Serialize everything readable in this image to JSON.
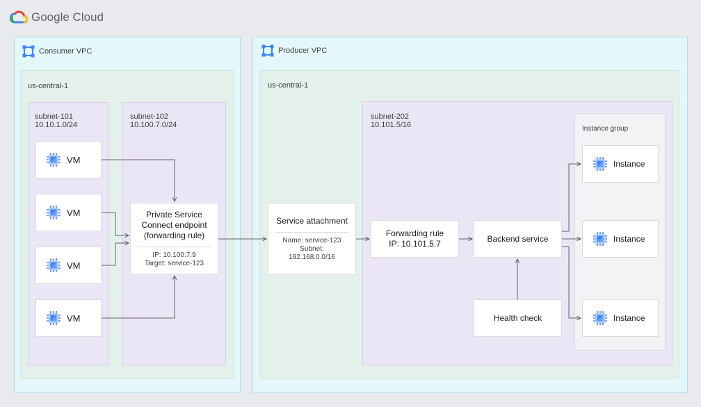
{
  "brand": {
    "name": "Google Cloud"
  },
  "consumer": {
    "vpc_label": "Consumer VPC",
    "region_label": "us-central-1",
    "subnet_101": {
      "name": "subnet-101",
      "cidr": "10.10.1.0/24"
    },
    "subnet_102": {
      "name": "subnet-102",
      "cidr": "10.100.7.0/24"
    },
    "vms": [
      "VM",
      "VM",
      "VM",
      "VM"
    ],
    "endpoint": {
      "title_lines": [
        "Private Service",
        "Connect endpoint",
        "(forwarding rule)"
      ],
      "ip": "IP: 10.100.7.9",
      "target": "Target: service-123"
    }
  },
  "producer": {
    "vpc_label": "Producer VPC",
    "region_label": "us-central-1",
    "service_attachment": {
      "title": "Service attachment",
      "name": "Name: service-123",
      "subnet_label": "Subnet:",
      "subnet_cidr": "192.168.0.0/16"
    },
    "subnet_202": {
      "name": "subnet-202",
      "cidr": "10.101.5/16"
    },
    "forwarding_rule": {
      "title": "Forwarding rule",
      "ip": "IP: 10.101.5.7"
    },
    "backend_service": {
      "title": "Backend service"
    },
    "health_check": {
      "title": "Health check"
    },
    "instance_group": {
      "label": "Instance group",
      "instances": [
        "Instance",
        "Instance",
        "Instance"
      ]
    }
  },
  "colors": {
    "vpc": "#e4f7fb",
    "region": "#e3f1ea",
    "subnet": "#ebe6f5",
    "chip_blue": "#4285f4",
    "connector": "#5f6368"
  }
}
